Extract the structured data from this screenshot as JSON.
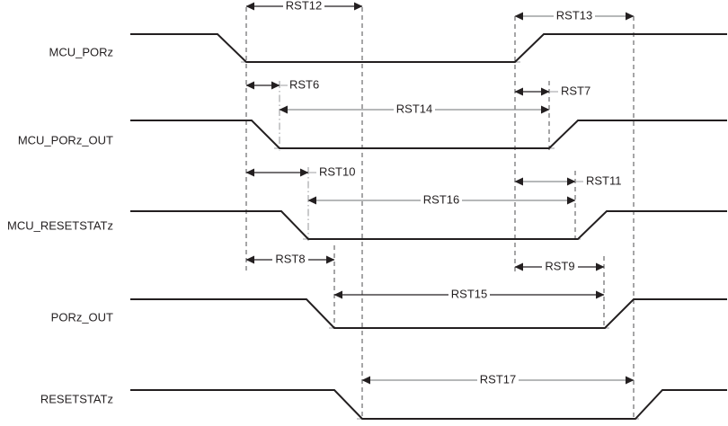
{
  "signals": [
    {
      "name": "MCU_PORz"
    },
    {
      "name": "MCU_PORz_OUT"
    },
    {
      "name": "MCU_RESETSTATz"
    },
    {
      "name": "PORz_OUT"
    },
    {
      "name": "RESETSTATz"
    }
  ],
  "timings": {
    "rst6": {
      "label": "RST6"
    },
    "rst7": {
      "label": "RST7"
    },
    "rst8": {
      "label": "RST8"
    },
    "rst9": {
      "label": "RST9"
    },
    "rst10": {
      "label": "RST10"
    },
    "rst11": {
      "label": "RST11"
    },
    "rst12": {
      "label": "RST12"
    },
    "rst13": {
      "label": "RST13"
    },
    "rst14": {
      "label": "RST14"
    },
    "rst15": {
      "label": "RST15"
    },
    "rst16": {
      "label": "RST16"
    },
    "rst17": {
      "label": "RST17"
    }
  },
  "colors": {
    "background": "#ffffff",
    "signal": "#231f20",
    "text": "#231f20",
    "dim_black": "#231f20",
    "dim_gray": "#8b8d8f",
    "guide_black": "#4d4d4f",
    "guide_gray": "#a6a8ab",
    "tick_gray": "#9c9ea1"
  }
}
